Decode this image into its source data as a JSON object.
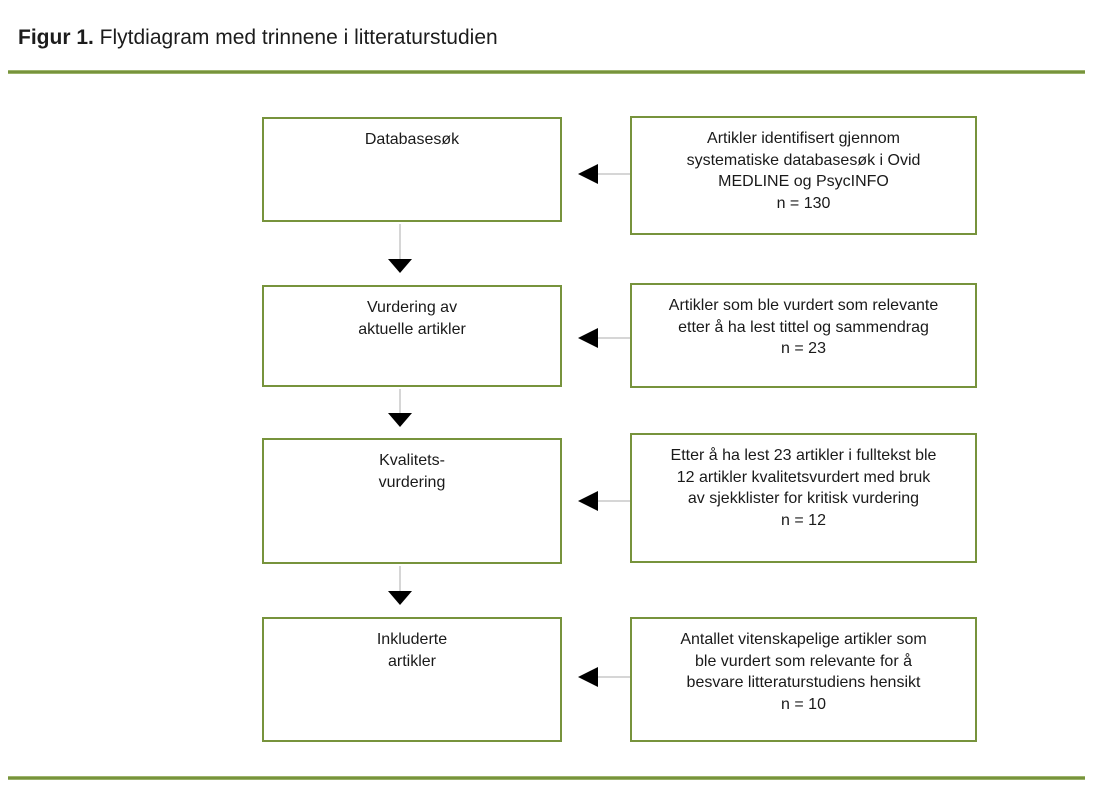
{
  "figure": {
    "label": "Figur 1.",
    "title": " Flytdiagram med trinnene i litteraturstudien"
  },
  "colors": {
    "box_border_green": "#77933c",
    "rule_green": "#77933c",
    "connector_gray": "#d6d6d6",
    "arrowhead_black": "#000000",
    "text": "#1a1a1a"
  },
  "flowchart": {
    "steps": [
      {
        "stage": "Databasesøk",
        "detail": "Artikler identifisert gjennom\nsystematiske databasesøk i Ovid\nMEDLINE og PsycINFO\nn = 130",
        "n": 130
      },
      {
        "stage": "Vurdering av\naktuelle artikler",
        "detail": "Artikler som ble vurdert som relevante\netter å ha lest tittel og sammendrag\nn = 23",
        "n": 23
      },
      {
        "stage": "Kvalitets-\nvurdering",
        "detail": "Etter å ha lest 23 artikler i fulltekst ble\n12 artikler kvalitetsvurdert med bruk\nav sjekklister for kritisk vurdering\nn = 12",
        "n": 12
      },
      {
        "stage": "Inkluderte\nartikler",
        "detail": "Antallet vitenskapelige artikler som\nble vurdert som relevante for å\nbesvare litteraturstudiens hensikt\nn = 10",
        "n": 10
      }
    ]
  }
}
